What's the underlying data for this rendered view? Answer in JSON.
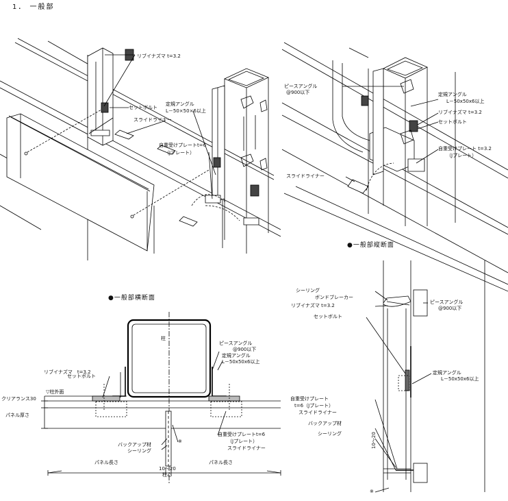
{
  "title": "1． 一般部",
  "top_left": {
    "lightning_fastener": "リブイナズマ t=3.2",
    "set_bolt": "セットボルト",
    "slide_liner": "スライドライナー",
    "fixed_angle_1": "定規アングル",
    "fixed_angle_2": "L－50×50×6以上",
    "self_weight_plate_1": "自重受けプレートt=6",
    "self_weight_plate_2": "（Jプレート）"
  },
  "top_right": {
    "piece_angle_1": "ピースアングル",
    "piece_angle_2": "@900以下",
    "fixed_angle_1": "定規アングル",
    "fixed_angle_2": "L－50x50x6以上",
    "lightning_fastener": "リブイナズマ t=3.2",
    "set_bolt": "セットボルト",
    "self_weight_plate_1": "自重受けプレート t=3.2",
    "self_weight_plate_2": "（Jプレート）",
    "slide_liner": "スライドライナー"
  },
  "horizontal_section": {
    "heading": "●一般部横断面",
    "column": "柱",
    "piece_angle_1": "ピースアングル",
    "piece_angle_2": "@900以下",
    "fixed_angle_1": "定規アングル",
    "fixed_angle_2": "L－50x50x6以上",
    "lightning_fastener": "リブイナズマ　t=3.2",
    "set_bolt": "セットボルト",
    "column_face": "▽柱外面",
    "clearance": "クリアランス30",
    "panel_thickness": "パネル厚さ",
    "backup_material": "バックアップ材",
    "sealing": "シーリング",
    "asterisk": "※",
    "self_weight_plate_1": "自重受けプレートt=6",
    "self_weight_plate_2": "（Jプレート）",
    "self_weight_plate_3": "スライドライナー",
    "panel_length_left": "パネル長さ",
    "panel_length_right": "パネル長さ",
    "gap": "10～20",
    "column_center": "柱心"
  },
  "vertical_section": {
    "heading": "●一般部縦断面",
    "sealing_1": "シーリング",
    "bond_breaker": "ボンドブレーカー",
    "lightning_fastener": "リブイナズマ t=3.2",
    "set_bolt": "セットボルト",
    "piece_angle_1": "ピースアングル",
    "piece_angle_2": "@900以下",
    "fixed_angle_1": "定規アングル",
    "fixed_angle_2": "L－50x50x6以上",
    "self_weight_plate_1": "自重受けプレート",
    "self_weight_plate_2": "t=6（Jプレート）",
    "self_weight_plate_3": "スライドライナー",
    "backup_material": "バックアップ材",
    "sealing_2": "シーリング",
    "gap": "10～20",
    "asterisk": "※"
  }
}
